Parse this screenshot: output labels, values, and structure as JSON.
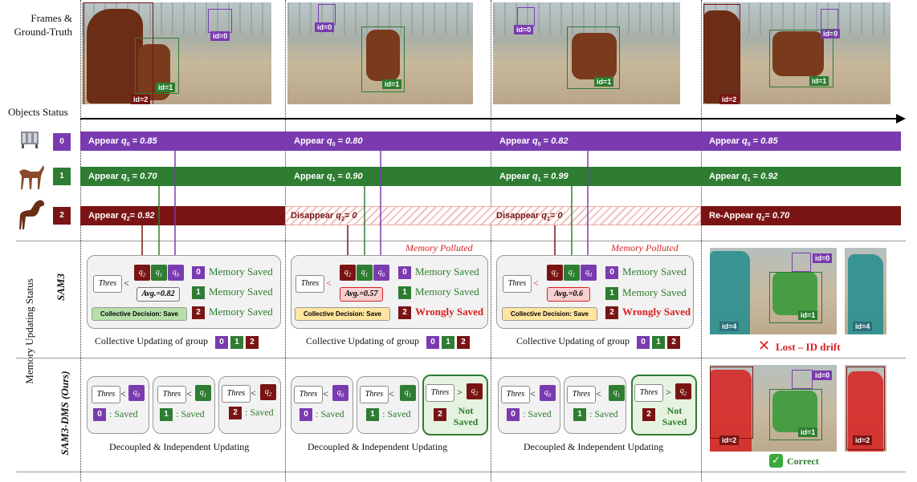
{
  "colors": {
    "purple": "#7a3bb0",
    "green": "#2e7d32",
    "darkred": "#7a1414",
    "red": "#d62020"
  },
  "left": {
    "frames_gt": "Frames &\nGround-Truth",
    "objects_status": "Objects Status",
    "memory_updating_status": "Memory Updating Status",
    "sam3": "SAM3",
    "sam3dms": "SAM3-DMS (Ours)"
  },
  "obj_ids": [
    "0",
    "1",
    "2"
  ],
  "frame_tags": {
    "f1": [
      "id=0",
      "id=1",
      "id=2"
    ],
    "f2": [
      "id=0",
      "id=1"
    ],
    "f3": [
      "id=0",
      "id=1"
    ],
    "f4": [
      "id=0",
      "id=1",
      "id=2"
    ]
  },
  "bars": {
    "c1": {
      "b0": "Appear",
      "v0": "0.85",
      "b1": "Appear",
      "v1": "0.70",
      "b2": "Appear",
      "v2": "0.92"
    },
    "c2": {
      "b0": "Appear",
      "v0": "0.80",
      "b1": "Appear",
      "v1": "0.90",
      "b2": "Disappear",
      "v2": "0"
    },
    "c3": {
      "b0": "Appear",
      "v0": "0.82",
      "b1": "Appear",
      "v1": "0.99",
      "b2": "Disappear",
      "v2": "0"
    },
    "c4": {
      "b0": "Appear",
      "v0": "0.85",
      "b1": "Appear",
      "v1": "0.92",
      "b2": "Re-Appear",
      "v2": "0.70"
    }
  },
  "sam3": {
    "thres": "Thres",
    "lt": "<",
    "c1": {
      "avg": "Avg.=0.82",
      "decision": "Collective Decision: Save",
      "m0": "Memory Saved",
      "m1": "Memory Saved",
      "m2": "Memory Saved"
    },
    "c2": {
      "avg": "Avg.=0.57",
      "decision": "Collective Decision: Save",
      "m0": "Memory Saved",
      "m1": "Memory Saved",
      "m2": "Wrongly Saved",
      "polluted": "Memory Polluted"
    },
    "c3": {
      "avg": "Avg.=0.6",
      "decision": "Collective Decision: Save",
      "m0": "Memory Saved",
      "m1": "Memory Saved",
      "m2": "Wrongly Saved",
      "polluted": "Memory Polluted"
    },
    "caption": "Collective Updating of group",
    "result": "Lost – ID drift",
    "result_tags": [
      "id=0",
      "id=4",
      "id=1",
      "id=4"
    ]
  },
  "dms": {
    "thres": "Thres",
    "saved": ": Saved",
    "not_saved": "Not Saved",
    "caption": "Decoupled & Independent Updating",
    "result": "Correct",
    "result_tags": [
      "id=0",
      "id=2",
      "id=1",
      "id=2"
    ]
  }
}
